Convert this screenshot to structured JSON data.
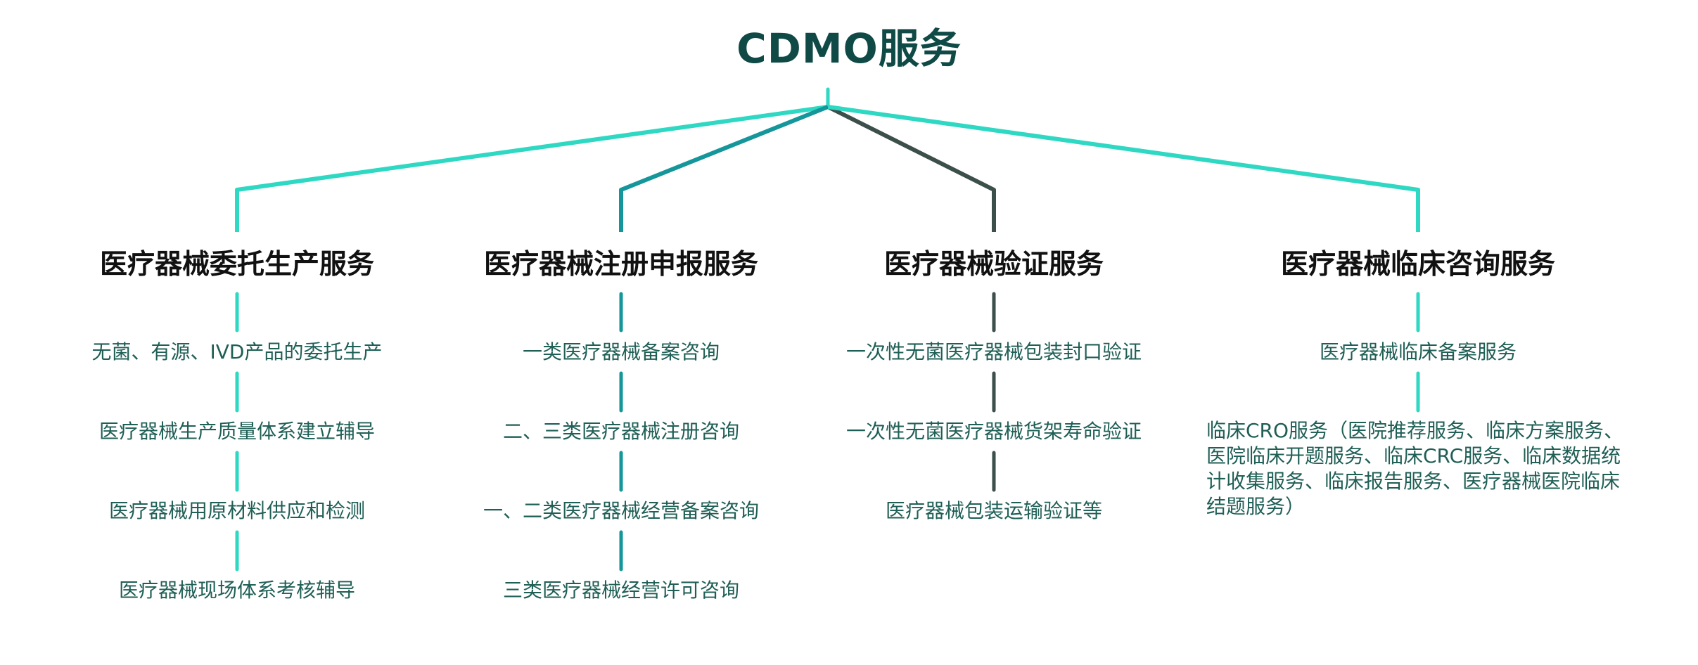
{
  "title": "CDMO服务",
  "colors": {
    "title": "#0f4a46",
    "branch_light": "#2ed8c3",
    "branch_teal": "#15969a",
    "branch_dark": "#3c4f4b",
    "item_text": "#1f5f56"
  },
  "branches": [
    {
      "heading": "医疗器械委托生产服务",
      "color": "#2ed8c3",
      "items": [
        "无菌、有源、IVD产品的委托生产",
        "医疗器械生产质量体系建立辅导",
        "医疗器械用原材料供应和检测",
        "医疗器械现场体系考核辅导"
      ]
    },
    {
      "heading": "医疗器械注册申报服务",
      "color": "#15969a",
      "items": [
        "一类医疗器械备案咨询",
        "二、三类医疗器械注册咨询",
        "一、二类医疗器械经营备案咨询",
        "三类医疗器械经营许可咨询"
      ]
    },
    {
      "heading": "医疗器械验证服务",
      "color": "#3c4f4b",
      "items": [
        "一次性无菌医疗器械包装封口验证",
        "一次性无菌医疗器械货架寿命验证",
        "医疗器械包装运输验证等"
      ]
    },
    {
      "heading": "医疗器械临床咨询服务",
      "color": "#2ed8c3",
      "items": [
        "医疗器械临床备案服务",
        "临床CRO服务（医院推荐服务、临床方案服务、医院临床开题服务、临床CRC服务、临床数据统计收集服务、临床报告服务、医疗器械医院临床结题服务）"
      ]
    }
  ]
}
